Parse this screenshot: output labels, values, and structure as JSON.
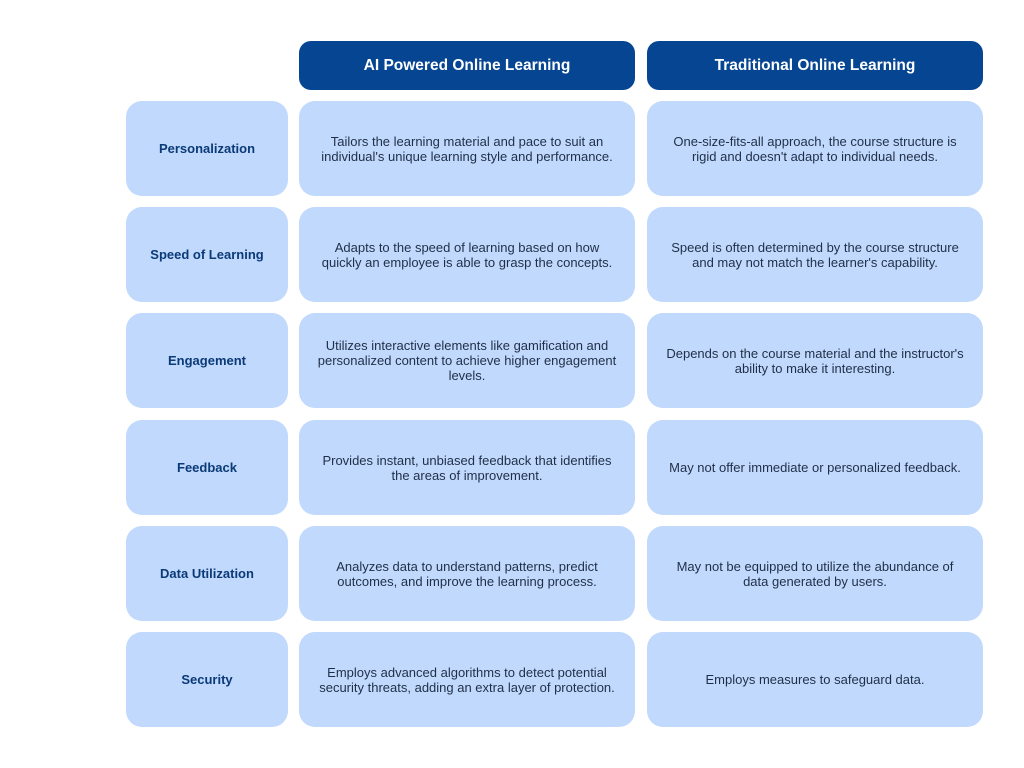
{
  "headers": {
    "ai": "AI Powered Online Learning",
    "traditional": "Traditional Online Learning"
  },
  "rows": [
    {
      "label": "Personalization",
      "ai": "Tailors the learning material and pace to suit an individual's unique learning style and performance.",
      "traditional": "One-size-fits-all approach, the course structure is rigid and doesn't adapt to individual needs."
    },
    {
      "label": "Speed of Learning",
      "ai": "Adapts to the speed of learning based on how quickly an employee is able to grasp the concepts.",
      "traditional": "Speed is often determined by the course structure and may not match the learner's capability."
    },
    {
      "label": "Engagement",
      "ai": "Utilizes interactive elements like gamification and personalized content to achieve higher engagement levels.",
      "traditional": "Depends on the course material and the instructor's ability to make it interesting."
    },
    {
      "label": "Feedback",
      "ai": "Provides instant, unbiased feedback that identifies the areas of improvement.",
      "traditional": "May not offer immediate or personalized feedback."
    },
    {
      "label": "Data Utilization",
      "ai": "Analyzes data to understand patterns, predict outcomes, and improve the learning process.",
      "traditional": "May not be equipped to utilize the abundance of data generated by users."
    },
    {
      "label": "Security",
      "ai": "Employs advanced algorithms to detect potential security threats, adding an extra layer of protection.",
      "traditional": "Employs measures to safeguard data."
    }
  ],
  "colors": {
    "header_bg": "#064592",
    "cell_bg": "#c1d9fc",
    "label_text": "#0b3a78",
    "body_text": "#1f2f48"
  }
}
